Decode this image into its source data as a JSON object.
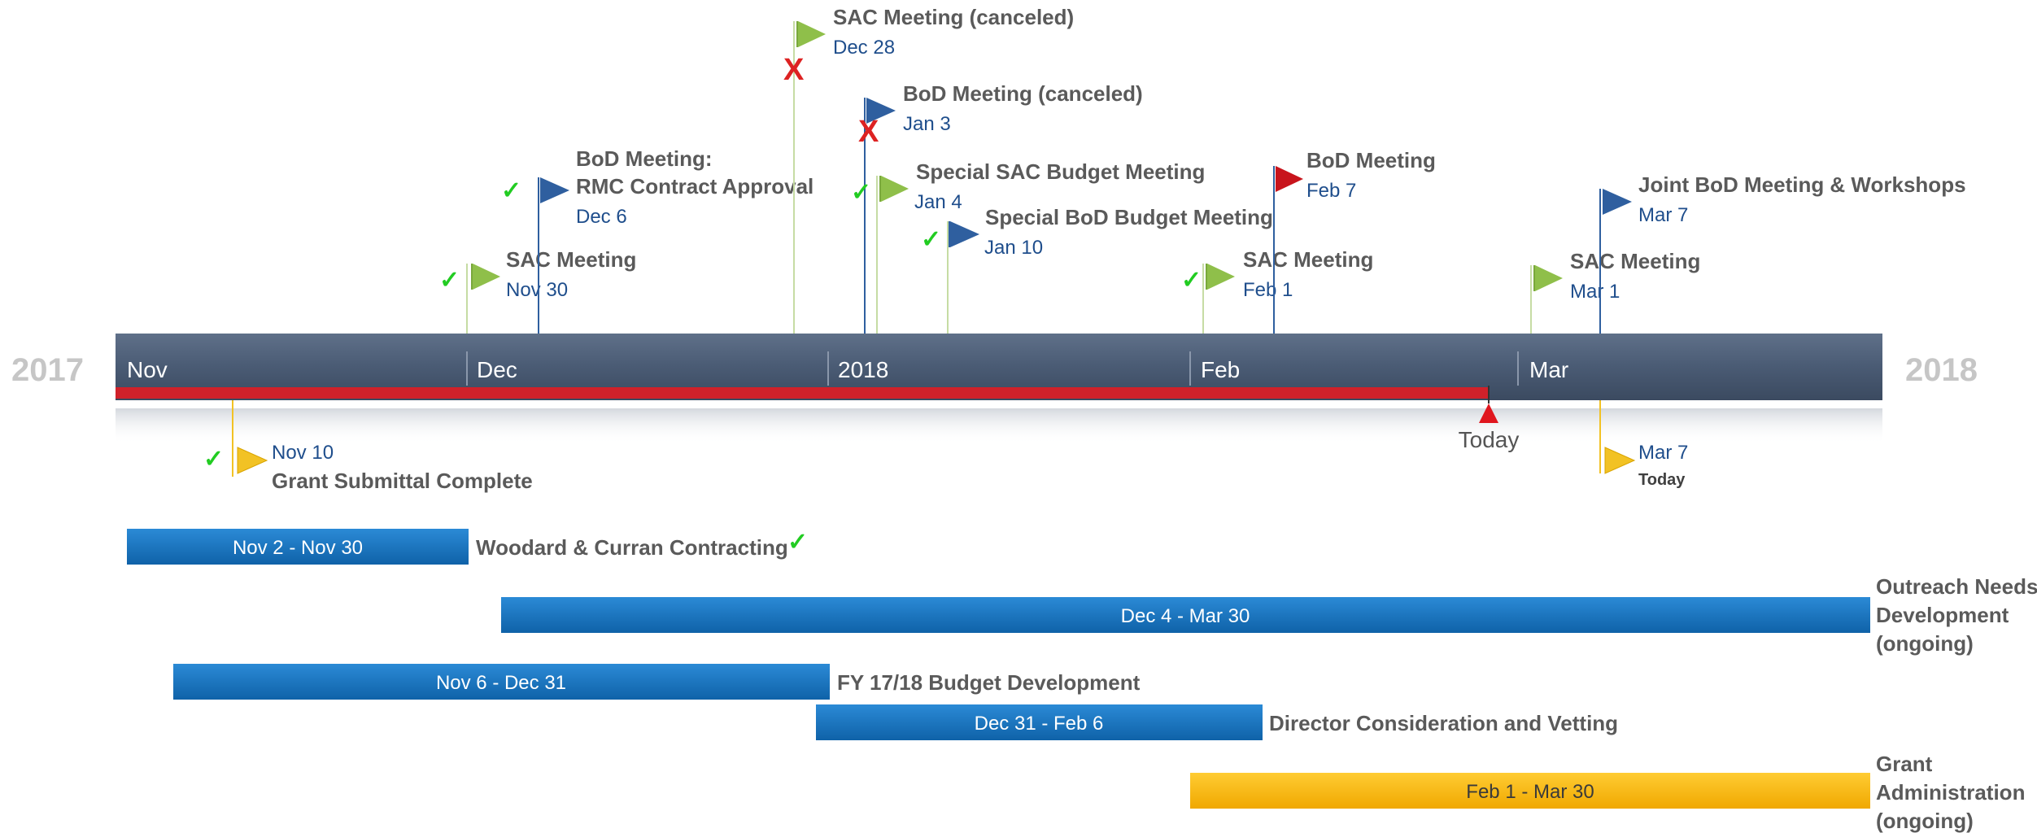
{
  "years": {
    "start": "2017",
    "end": "2018"
  },
  "months": [
    "Nov",
    "Dec",
    "2018",
    "Feb",
    "Mar"
  ],
  "today": {
    "label": "Today"
  },
  "colors": {
    "band": "#4a5b74",
    "progress": "#d0212a",
    "flag_green": "#8fbf4a",
    "flag_blue": "#2f5f9f",
    "flag_red": "#c8141c",
    "flag_yellow": "#f2c224",
    "task_blue": "#1a78c2",
    "task_gold": "#f4b400",
    "check": "#22cc22",
    "cross": "#dd2222"
  },
  "milestones_above": [
    {
      "title": [
        "SAC Meeting"
      ],
      "date": "Nov 30",
      "flag_color": "green",
      "mark": "check"
    },
    {
      "title": [
        "BoD Meeting:",
        "RMC Contract Approval"
      ],
      "date": "Dec 6",
      "flag_color": "blue",
      "mark": "check"
    },
    {
      "title": [
        "SAC Meeting (canceled)"
      ],
      "date": "Dec 28",
      "flag_color": "green",
      "mark": "cross"
    },
    {
      "title": [
        "BoD Meeting (canceled)"
      ],
      "date": "Jan 3",
      "flag_color": "blue",
      "mark": "cross"
    },
    {
      "title": [
        "Special SAC Budget Meeting"
      ],
      "date": "Jan 4",
      "flag_color": "green",
      "mark": "check"
    },
    {
      "title": [
        "Special BoD Budget Meeting"
      ],
      "date": "Jan 10",
      "flag_color": "blue",
      "mark": "check"
    },
    {
      "title": [
        "SAC Meeting"
      ],
      "date": "Feb 1",
      "flag_color": "green",
      "mark": "check"
    },
    {
      "title": [
        "BoD Meeting"
      ],
      "date": "Feb 7",
      "flag_color": "red",
      "mark": "none"
    },
    {
      "title": [
        "SAC Meeting"
      ],
      "date": "Mar 1",
      "flag_color": "green",
      "mark": "none"
    },
    {
      "title": [
        "Joint BoD Meeting & Workshops"
      ],
      "date": "Mar 7",
      "flag_color": "blue",
      "mark": "none"
    }
  ],
  "milestones_below": [
    {
      "title": "Grant Submittal Complete",
      "date": "Nov 10",
      "flag_color": "yellow",
      "mark": "check"
    },
    {
      "title": "Today",
      "date": "Mar 7",
      "flag_color": "yellow",
      "mark": "none"
    }
  ],
  "tasks": [
    {
      "range": "Nov 2 - Nov 30",
      "name": [
        "Woodard & Curran Contracting"
      ],
      "color": "blue",
      "mark": "check"
    },
    {
      "range": "Dec 4 - Mar 30",
      "name": [
        "Outreach Needs",
        "Development",
        "(ongoing)"
      ],
      "color": "blue",
      "mark": "none"
    },
    {
      "range": "Nov 6 - Dec 31",
      "name": [
        "FY 17/18 Budget Development"
      ],
      "color": "blue",
      "mark": "none"
    },
    {
      "range": "Dec 31 - Feb 6",
      "name": [
        "Director Consideration and Vetting"
      ],
      "color": "blue",
      "mark": "none"
    },
    {
      "range": "Feb 1 - Mar 30",
      "name": [
        "Grant",
        "Administration",
        "(ongoing)"
      ],
      "color": "gold",
      "mark": "none"
    }
  ]
}
